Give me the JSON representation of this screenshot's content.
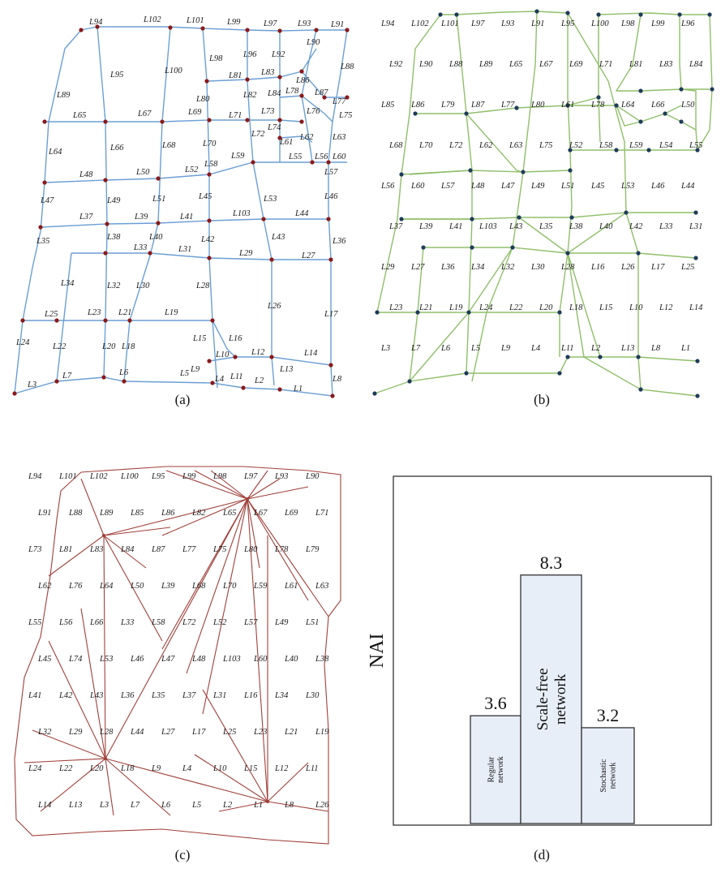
{
  "captions": {
    "a": "(a)",
    "b": "(b)",
    "c": "(c)",
    "d": "(d)"
  },
  "colors": {
    "regular": "#6b9fd4",
    "scale_free": "#8fbf6a",
    "stochastic": "#a0403a",
    "node_a": "#8b1a1a",
    "node_b": "#1f3b5a",
    "bar_fill": "#e8eef8"
  },
  "panel_a": {
    "labels": [
      "L94",
      "L102",
      "L101",
      "L99",
      "L97",
      "L93",
      "L91",
      "L89",
      "L95",
      "L100",
      "L98",
      "L96",
      "L92",
      "L90",
      "L88",
      "L81",
      "L83",
      "L86",
      "L78",
      "L87",
      "L77",
      "L65",
      "L67",
      "L69",
      "L71",
      "L73",
      "L84",
      "L80",
      "L82",
      "L74",
      "L76",
      "L64",
      "L66",
      "L68",
      "L70",
      "L72",
      "L61",
      "L62",
      "L63",
      "L75",
      "L59",
      "L55",
      "L56",
      "L60",
      "L57",
      "L48",
      "L50",
      "L52",
      "L58",
      "L47",
      "L49",
      "L51",
      "L45",
      "L46",
      "L37",
      "L39",
      "L41",
      "L103",
      "L44",
      "L53",
      "L35",
      "L38",
      "L40",
      "L42",
      "L43",
      "L33",
      "L31",
      "L29",
      "L27",
      "L36",
      "L34",
      "L32",
      "L30",
      "L28",
      "L26",
      "L25",
      "L23",
      "L21",
      "L19",
      "L17",
      "L24",
      "L22",
      "L20",
      "L18",
      "L15",
      "L16",
      "L10",
      "L12",
      "L14",
      "L3",
      "L7",
      "L6",
      "L5",
      "L9",
      "L4",
      "L11",
      "L2",
      "L13",
      "L1",
      "L8"
    ]
  },
  "panel_b": {
    "labels": [
      "L94",
      "L102",
      "L101",
      "L97",
      "L93",
      "L91",
      "L95",
      "L100",
      "L98",
      "L99",
      "L96",
      "L92",
      "L90",
      "L88",
      "L89",
      "L65",
      "L67",
      "L69",
      "L71",
      "L81",
      "L83",
      "L84",
      "L85",
      "L86",
      "L79",
      "L87",
      "L77",
      "L80",
      "L61",
      "L78",
      "L64",
      "L66",
      "L50",
      "L68",
      "L70",
      "L72",
      "L62",
      "L63",
      "L75",
      "L52",
      "L58",
      "L59",
      "L54",
      "L55",
      "L56",
      "L60",
      "L57",
      "L48",
      "L47",
      "L49",
      "L51",
      "L45",
      "L53",
      "L46",
      "L44",
      "L37",
      "L39",
      "L41",
      "L103",
      "L43",
      "L35",
      "L38",
      "L40",
      "L42",
      "L33",
      "L31",
      "L29",
      "L27",
      "L36",
      "L34",
      "L32",
      "L30",
      "L28",
      "L16",
      "L26",
      "L17",
      "L25",
      "L23",
      "L21",
      "L19",
      "L24",
      "L22",
      "L20",
      "L18",
      "L15",
      "L10",
      "L12",
      "L14",
      "L3",
      "L7",
      "L6",
      "L5",
      "L9",
      "L4",
      "L11",
      "L2",
      "L13",
      "L8",
      "L1"
    ]
  },
  "panel_c": {
    "labels": [
      "L94",
      "L101",
      "L102",
      "L100",
      "L95",
      "L99",
      "L98",
      "L97",
      "L93",
      "L90",
      "L91",
      "L88",
      "L89",
      "L85",
      "L86",
      "L82",
      "L65",
      "L67",
      "L69",
      "L71",
      "L73",
      "L81",
      "L83",
      "L84",
      "L87",
      "L77",
      "L75",
      "L80",
      "L78",
      "L79",
      "L62",
      "L76",
      "L64",
      "L50",
      "L39",
      "L68",
      "L70",
      "L59",
      "L61",
      "L63",
      "L55",
      "L56",
      "L66",
      "L33",
      "L58",
      "L72",
      "L52",
      "L57",
      "L49",
      "L51",
      "L45",
      "L74",
      "L53",
      "L46",
      "L47",
      "L48",
      "L103",
      "L60",
      "L40",
      "L38",
      "L41",
      "L42",
      "L43",
      "L36",
      "L35",
      "L37",
      "L31",
      "L16",
      "L34",
      "L30",
      "L32",
      "L29",
      "L28",
      "L44",
      "L27",
      "L17",
      "L25",
      "L23",
      "L21",
      "L19",
      "L24",
      "L22",
      "L20",
      "L18",
      "L9",
      "L4",
      "L10",
      "L15",
      "L12",
      "L11",
      "L14",
      "L13",
      "L3",
      "L7",
      "L6",
      "L5",
      "L2",
      "L1",
      "L8",
      "L26"
    ]
  },
  "chart_data": {
    "type": "bar",
    "ylabel": "NAI",
    "categories": [
      "Regular network",
      "Scale-free network",
      "Stochastic network"
    ],
    "values": [
      3.6,
      8.3,
      3.2
    ],
    "value_labels": [
      "3.6",
      "8.3",
      "3.2"
    ],
    "ylim": [
      0,
      11.6
    ],
    "grid": false
  }
}
